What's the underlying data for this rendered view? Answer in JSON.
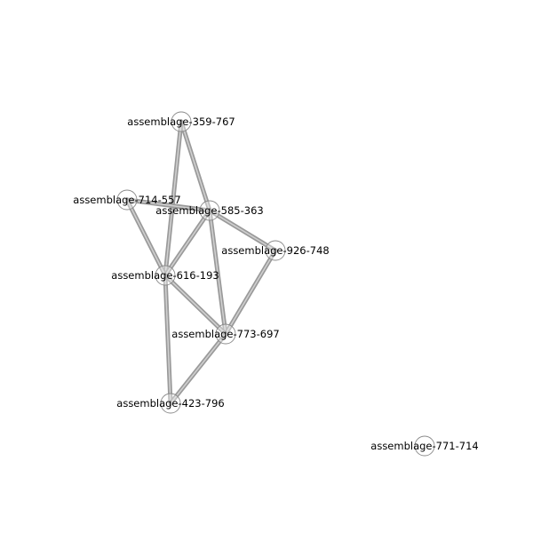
{
  "graph": {
    "nodes": [
      {
        "id": "n359",
        "label": "assemblage-359-767"
      },
      {
        "id": "n714",
        "label": "assemblage-714-557"
      },
      {
        "id": "n585",
        "label": "assemblage-585-363"
      },
      {
        "id": "n926",
        "label": "assemblage-926-748"
      },
      {
        "id": "n616",
        "label": "assemblage-616-193"
      },
      {
        "id": "n773",
        "label": "assemblage-773-697"
      },
      {
        "id": "n423",
        "label": "assemblage-423-796"
      },
      {
        "id": "n771",
        "label": "assemblage-771-714"
      }
    ],
    "edges": [
      {
        "source": "n359",
        "target": "n585"
      },
      {
        "source": "n359",
        "target": "n616"
      },
      {
        "source": "n714",
        "target": "n585"
      },
      {
        "source": "n714",
        "target": "n616"
      },
      {
        "source": "n585",
        "target": "n616"
      },
      {
        "source": "n585",
        "target": "n926"
      },
      {
        "source": "n585",
        "target": "n773"
      },
      {
        "source": "n926",
        "target": "n773"
      },
      {
        "source": "n616",
        "target": "n773"
      },
      {
        "source": "n616",
        "target": "n423"
      },
      {
        "source": "n773",
        "target": "n423"
      }
    ],
    "colors": {
      "edge": "#9a9a9a",
      "node_stroke": "#8a8a8a",
      "label": "#000000"
    }
  }
}
